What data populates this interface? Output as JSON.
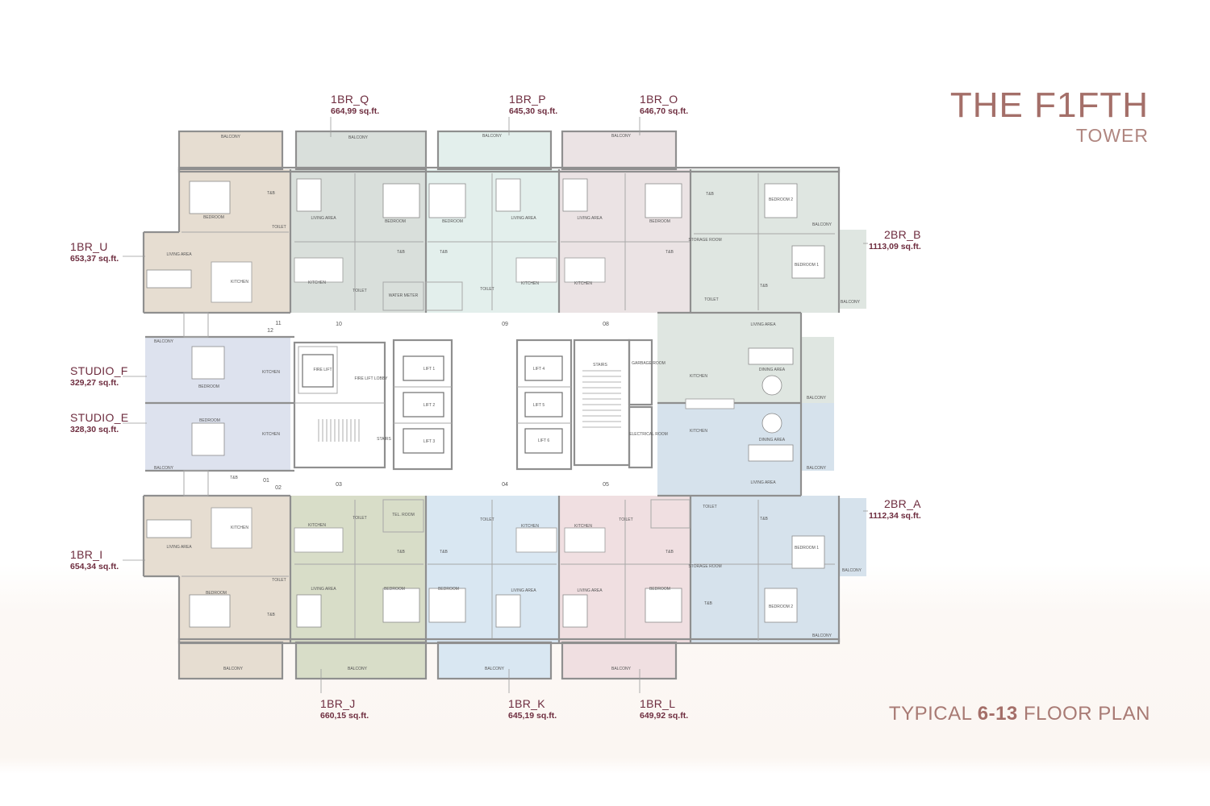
{
  "brand": {
    "title": "THE F1FTH",
    "subtitle": "TOWER"
  },
  "floor_title": {
    "prefix": "TYPICAL ",
    "range": "6-13",
    "suffix": " FLOOR PLAN"
  },
  "units": [
    {
      "id": "1BR_Q",
      "name": "1BR_Q",
      "area": "664,99 sq.ft."
    },
    {
      "id": "1BR_P",
      "name": "1BR_P",
      "area": "645,30 sq.ft."
    },
    {
      "id": "1BR_O",
      "name": "1BR_O",
      "area": "646,70 sq.ft."
    },
    {
      "id": "1BR_U",
      "name": "1BR_U",
      "area": "653,37 sq.ft."
    },
    {
      "id": "STUDIO_F",
      "name": "STUDIO_F",
      "area": "329,27 sq.ft."
    },
    {
      "id": "STUDIO_E",
      "name": "STUDIO_E",
      "area": "328,30 sq.ft."
    },
    {
      "id": "1BR_I",
      "name": "1BR_I",
      "area": "654,34 sq.ft."
    },
    {
      "id": "2BR_B",
      "name": "2BR_B",
      "area": "1113,09 sq.ft."
    },
    {
      "id": "2BR_A",
      "name": "2BR_A",
      "area": "1112,34 sq.ft."
    },
    {
      "id": "1BR_J",
      "name": "1BR_J",
      "area": "660,15 sq.ft."
    },
    {
      "id": "1BR_K",
      "name": "1BR_K",
      "area": "645,19 sq.ft."
    },
    {
      "id": "1BR_L",
      "name": "1BR_L",
      "area": "649,92 sq.ft."
    }
  ],
  "rooms": {
    "balcony": "BALCONY",
    "bedroom": "BEDROOM",
    "bedroom1": "BEDROOM 1",
    "bedroom2": "BEDROOM 2",
    "living": "LIVING AREA",
    "kitchen": "KITCHEN",
    "tb": "T&B",
    "toilet": "TOILET",
    "dining": "DINING AREA",
    "storage": "STORAGE ROOM",
    "water": "WATER METER",
    "tel": "TEL. ROOM",
    "garbage": "GARBAGE ROOM",
    "electrical": "ELECTRICAL ROOM",
    "fire_lift": "FIRE LIFT",
    "fire_lobby": "FIRE LIFT LOBBY",
    "stairs": "STAIRS",
    "lift1": "LIFT 1",
    "lift2": "LIFT 2",
    "lift3": "LIFT 3",
    "lift4": "LIFT 4",
    "lift5": "LIFT 5",
    "lift6": "LIFT 6"
  },
  "door_numbers": [
    "01",
    "02",
    "03",
    "04",
    "05",
    "08",
    "09",
    "10",
    "11",
    "12"
  ],
  "colors": {
    "sand": "#e6ddd1",
    "sage": "#d9dfdb",
    "green": "#d8ddc8",
    "mint": "#e3efec",
    "lilac": "#ebe3e4",
    "blue": "#d6e2ec",
    "pink": "#f0dfe1",
    "lavender": "#dde2ee",
    "wall": "#8a8a8a",
    "label": "#6e2d3f",
    "brand": "#a46f69"
  }
}
